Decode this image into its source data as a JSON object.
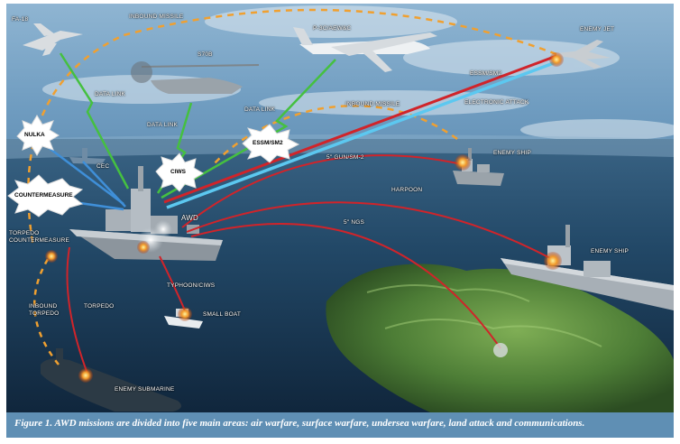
{
  "labels": {
    "fa18": "FA-18",
    "inbound_missile_top": "INBOUND MISSILE",
    "s70b": "S70B",
    "p3c": "P-3C/AEW&C",
    "enemy_jet": "ENEMY JET",
    "essm_sm2_top": "ESSM/SM2",
    "electronic_attack": "ELECTRONIC ATTACK",
    "inbound_missile_mid": "INBOUND MISSILE",
    "data_link_1": "DATA LINK",
    "data_link_2": "DATA LINK",
    "data_link_3": "DATA LINK",
    "cec": "CEC",
    "enemy_ship_1": "ENEMY SHIP",
    "gun_sm2": "5\" GUN/SM-2",
    "harpoon": "HARPOON",
    "awd": "AWD",
    "ngs": "5\" NGS",
    "enemy_ship_2": "ENEMY SHIP",
    "torpedo_countermeasure": "TORPEDO\nCOUNTERMEASURE",
    "typhoon_ciws": "TYPHOON/CIWS",
    "small_boat": "SMALL BOAT",
    "inbound_torpedo": "INBOUND\nTORPEDO",
    "torpedo": "TORPEDO",
    "enemy_submarine": "ENEMY SUBMARINE"
  },
  "bursts": {
    "nulka": "NULKA",
    "countermeasure": "COUNTERMEASURE",
    "essm_sm2": "ESSM/SM2",
    "ciws": "CIWS"
  },
  "caption": "Figure 1. AWD missions are divided into five main areas: air warfare, surface warfare, undersea warfare, land attack and communications.",
  "colors": {
    "sky_top": "#7fa9c8",
    "sea": "#1d3f5c",
    "caption_bar": "#5f8fb4",
    "inbound_missile": "#f0a030",
    "data_link": "#45c040",
    "cec_link": "#3f8fd8",
    "strike_red": "#d0242a",
    "electronic_attack": "#5cc8f0"
  }
}
